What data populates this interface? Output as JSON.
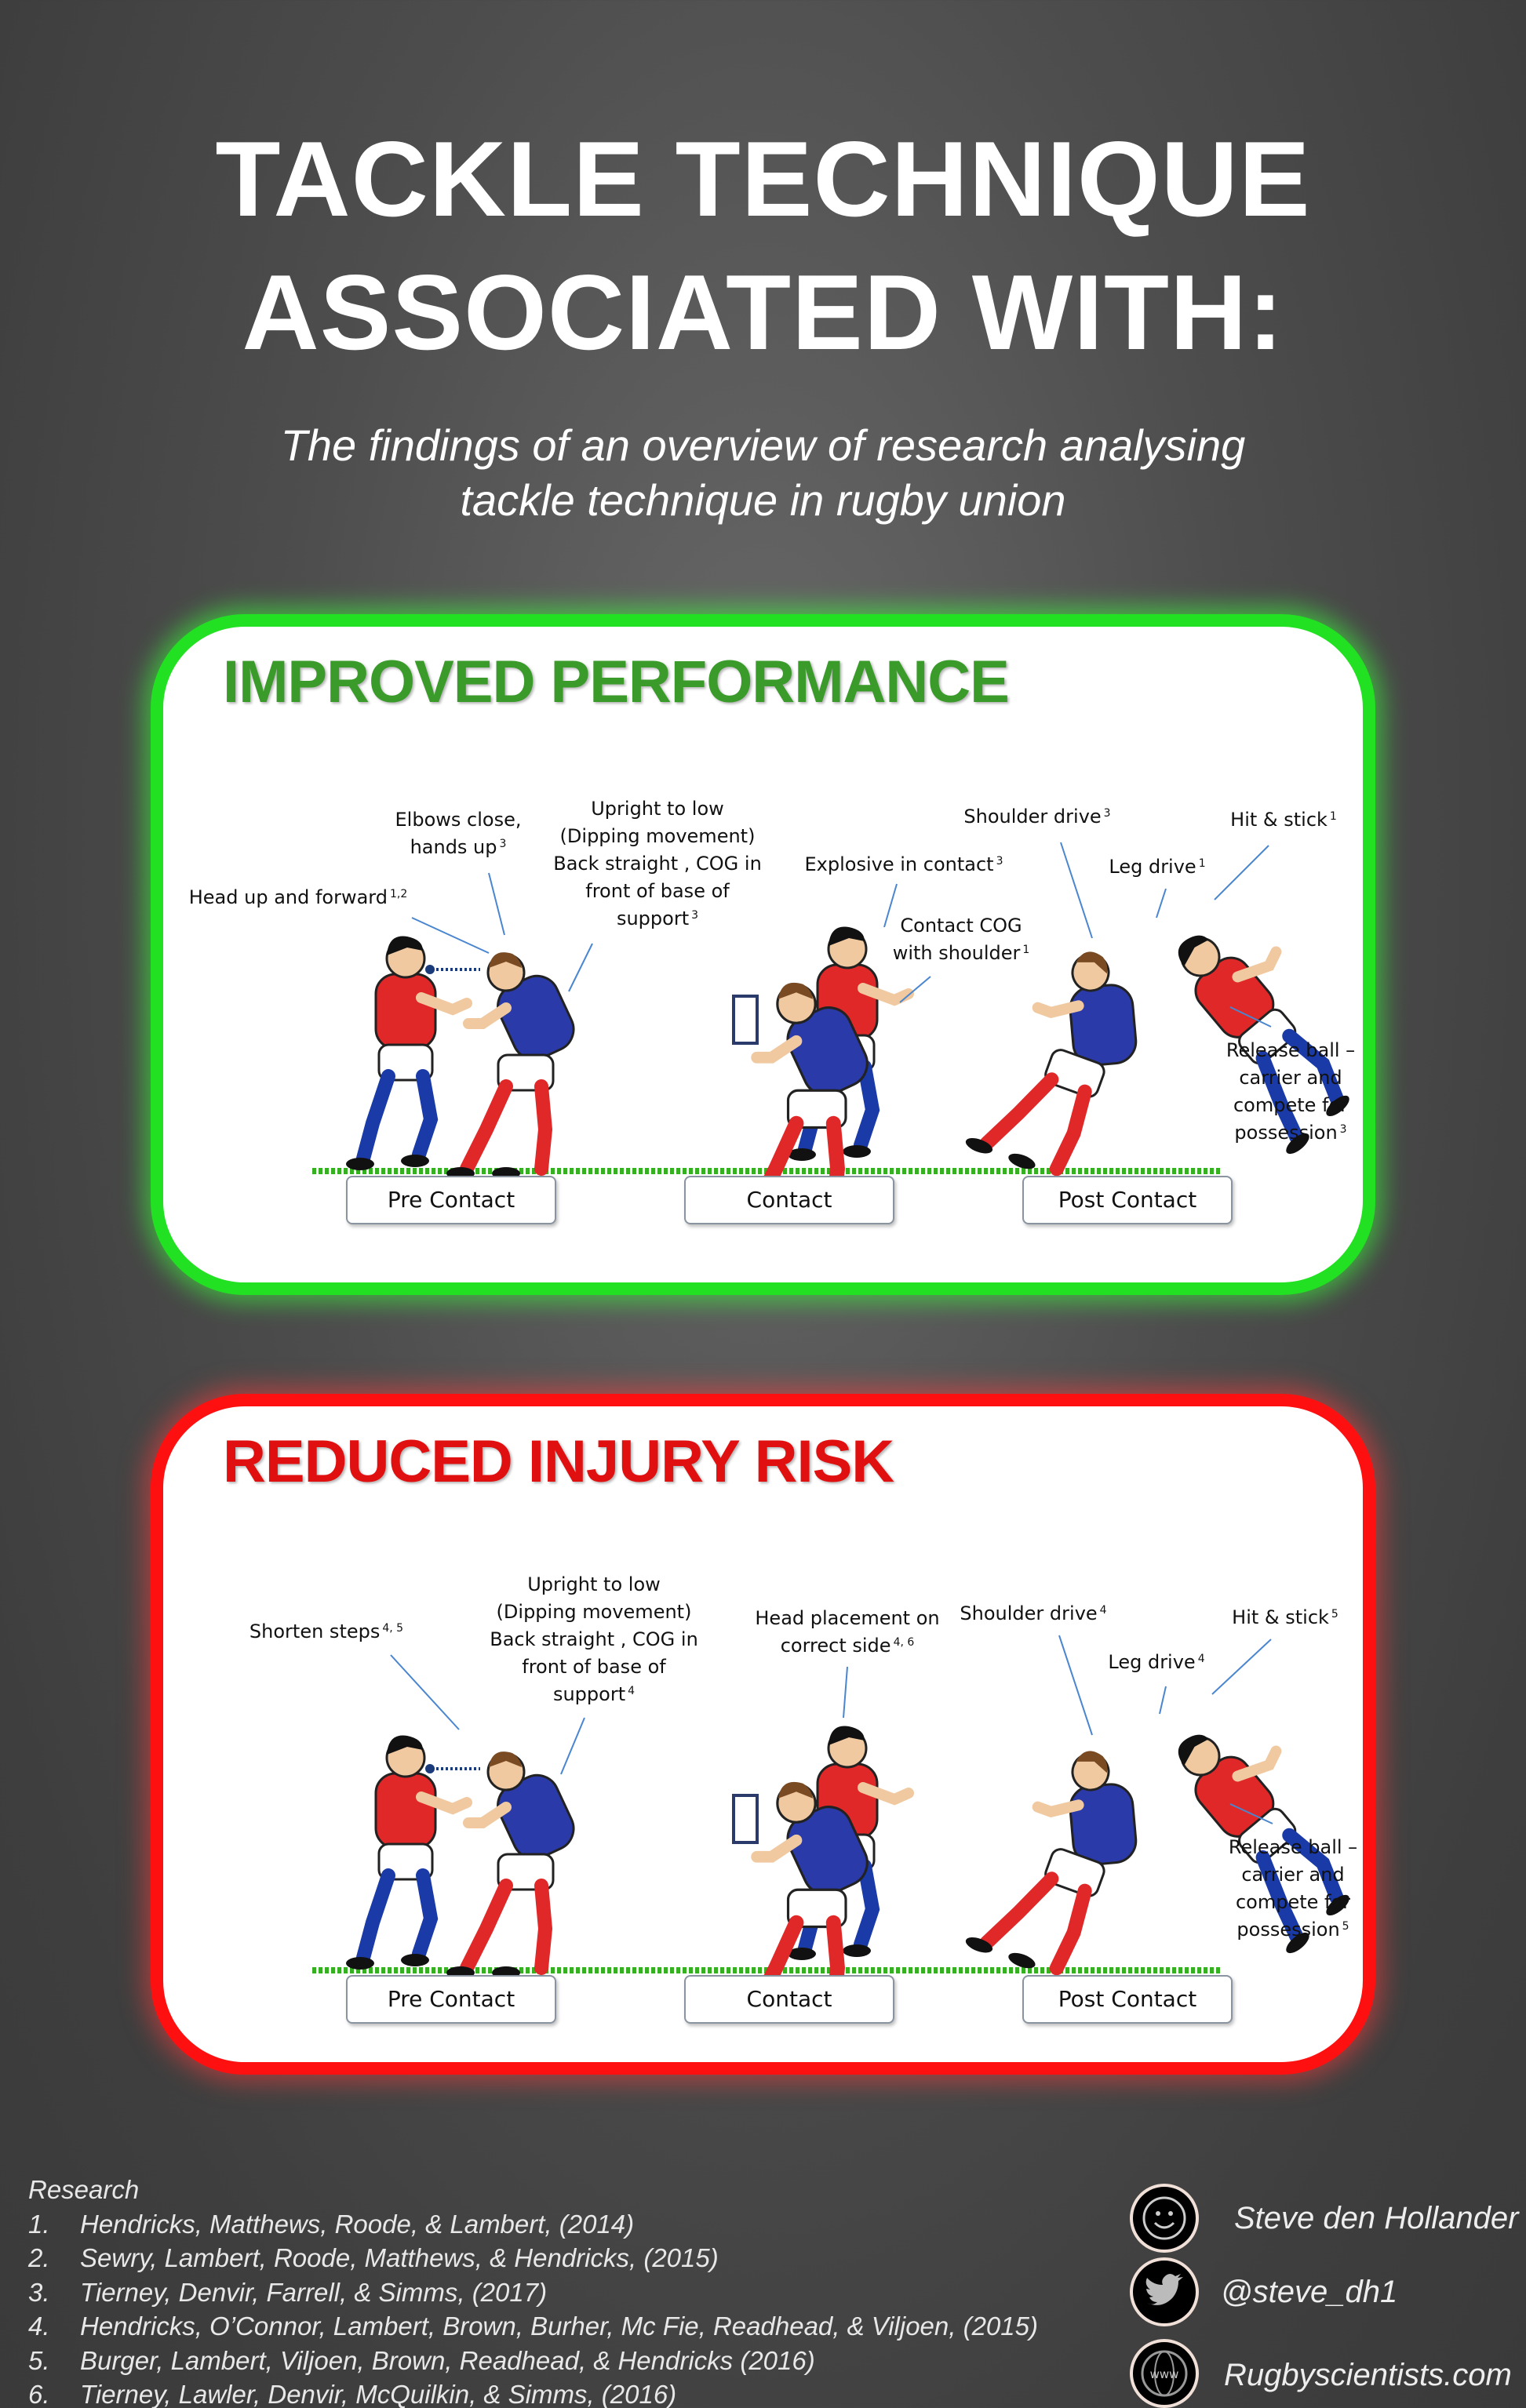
{
  "title": {
    "line1": "TACKLE TECHNIQUE",
    "line2": "ASSOCIATED WITH:"
  },
  "subtitle": {
    "line1": "The findings of an overview of research analysing",
    "line2": "tackle technique in rugby union"
  },
  "colors": {
    "performance": "#3a9a2a",
    "injury": "#e01010",
    "green_border": "#22e022",
    "red_border": "#ff1010"
  },
  "performance": {
    "heading": "IMPROVED PERFORMANCE",
    "annotations": [
      {
        "lines": [
          "Head up and forward"
        ],
        "ref": "1,2"
      },
      {
        "lines": [
          "Elbows close,",
          "hands up"
        ],
        "ref": "3"
      },
      {
        "lines": [
          "Upright to low",
          "(Dipping  movement)",
          "Back straight , COG in",
          "front of base of",
          "support"
        ],
        "ref": "3"
      },
      {
        "lines": [
          "Explosive in contact"
        ],
        "ref": "3"
      },
      {
        "lines": [
          "Contact COG",
          "with shoulder"
        ],
        "ref": "1"
      },
      {
        "lines": [
          "Shoulder drive"
        ],
        "ref": "3"
      },
      {
        "lines": [
          "Leg drive"
        ],
        "ref": "1"
      },
      {
        "lines": [
          "Hit & stick"
        ],
        "ref": "1"
      },
      {
        "lines": [
          "Release ball –",
          "carrier and",
          "compete for",
          "possession"
        ],
        "ref": "3"
      }
    ],
    "stages": [
      "Pre Contact",
      "Contact",
      "Post Contact"
    ]
  },
  "injury": {
    "heading": "REDUCED INJURY RISK",
    "annotations": [
      {
        "lines": [
          "Shorten steps"
        ],
        "ref": "4, 5"
      },
      {
        "lines": [
          "Upright to low",
          "(Dipping  movement)",
          "Back straight , COG in",
          "front of base of",
          "support"
        ],
        "ref": "4"
      },
      {
        "lines": [
          "Head placement on",
          "correct side"
        ],
        "ref": "4, 6"
      },
      {
        "lines": [
          "Shoulder drive"
        ],
        "ref": "4"
      },
      {
        "lines": [
          "Leg drive"
        ],
        "ref": "4"
      },
      {
        "lines": [
          "Hit & stick"
        ],
        "ref": "5"
      },
      {
        "lines": [
          "Release ball –",
          "carrier and",
          "compete for",
          "possession"
        ],
        "ref": "5"
      }
    ],
    "stages": [
      "Pre Contact",
      "Contact",
      "Post Contact"
    ]
  },
  "research": {
    "heading": "Research",
    "items": [
      {
        "num": "1.",
        "text": "Hendricks, Matthews, Roode, & Lambert, (2014)"
      },
      {
        "num": "2.",
        "text": "Sewry, Lambert, Roode, Matthews, & Hendricks, (2015)"
      },
      {
        "num": "3.",
        "text": "Tierney, Denvir, Farrell, & Simms, (2017)"
      },
      {
        "num": "4.",
        "text": "Hendricks, O’Connor, Lambert, Brown, Burher, Mc Fie, Readhead, & Viljoen, (2015)"
      },
      {
        "num": "5.",
        "text": "Burger, Lambert, Viljoen, Brown, Readhead, & Hendricks (2016)"
      },
      {
        "num": "6.",
        "text": "Tierney, Lawler, Denvir, McQuilkin, & Simms, (2016)"
      }
    ]
  },
  "social": {
    "name": "Steve den Hollander",
    "twitter": "@steve_dh1",
    "website": "Rugbyscientists.com",
    "www_label": "www"
  }
}
